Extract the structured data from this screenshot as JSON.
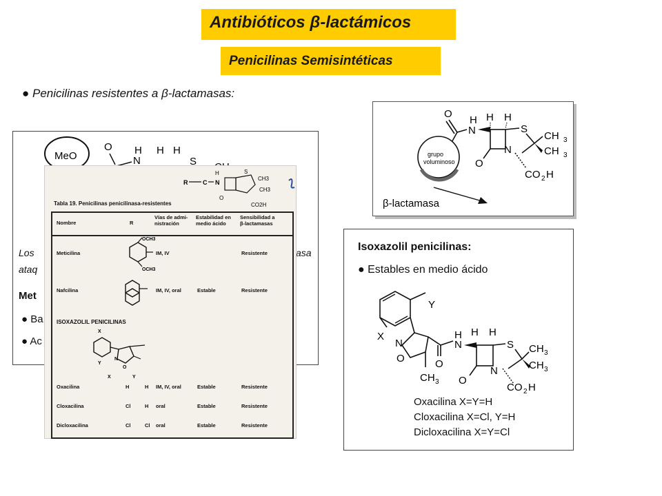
{
  "header": {
    "title": "Antibióticos β-lactámicos",
    "subtitle": "Penicilinas Semisintéticas"
  },
  "bullet_heading": "● Penicilinas resistentes a β-lactamasas:",
  "left_panel": {
    "meo_label": "MeO",
    "atom_o": "O",
    "atom_n": "N",
    "atom_h": "H",
    "atom_s": "S",
    "partial_ch": "CH",
    "line1_start": "Los",
    "line1_end": "asa",
    "line2_start": "ataq",
    "bold_start": "Met",
    "bullet1_start": "● Ba",
    "bullet2_start": "● Ac"
  },
  "scan_table": {
    "caption": "Tabla 19. Penicilinas penicilinasa-resistentes",
    "headers": {
      "name": "Nombre",
      "r": "R",
      "route": "Vías de admi-\nnistración",
      "acid": "Estabilidad en\nmedio ácido",
      "lactamase": "Sensibilidad a\nβ-lactamasas"
    },
    "rows": [
      {
        "name": "Meticilina",
        "route": "IM, IV",
        "acid": "",
        "lactamase": "Resistente"
      },
      {
        "name": "Nafcilina",
        "route": "IM, IV, oral",
        "acid": "Estable",
        "lactamase": "Resistente"
      }
    ],
    "isoxazolil_header": "ISOXAZOLIL PENICILINAS",
    "xy_header": {
      "x": "X",
      "y": "Y"
    },
    "isox_rows": [
      {
        "name": "Oxacilina",
        "x": "H",
        "y": "H",
        "route": "IM, IV, oral",
        "acid": "Estable",
        "lactamase": "Resistente"
      },
      {
        "name": "Cloxacilina",
        "x": "Cl",
        "y": "H",
        "route": "oral",
        "acid": "Estable",
        "lactamase": "Resistente"
      },
      {
        "name": "Dicloxacilina",
        "x": "Cl",
        "y": "Cl",
        "route": "oral",
        "acid": "Estable",
        "lactamase": "Resistente"
      }
    ],
    "struct_labels": {
      "r": "R",
      "c": "C",
      "n": "N",
      "h": "H",
      "o": "O",
      "s": "S",
      "ch3": "CH3",
      "co2h": "CO2H",
      "och3": "OCH3"
    }
  },
  "right_top": {
    "atoms": {
      "o": "O",
      "h": "H",
      "n": "N",
      "s": "S",
      "ch3": "CH",
      "sub3": "3",
      "co2h": "CO",
      "sub2": "2",
      "h_end": "H"
    },
    "group_label_1": "grupo",
    "group_label_2": "voluminoso",
    "lactamase_label": "β-lactamasa"
  },
  "right_bottom": {
    "title": "Isoxazolil penicilinas:",
    "bullet": "● Estables en medio ácido",
    "atoms": {
      "y": "Y",
      "x": "X",
      "n": "N",
      "o": "O",
      "h": "H",
      "s": "S",
      "ch": "CH",
      "sub3": "3",
      "co": "CO",
      "sub2": "2"
    },
    "names": [
      "Oxacilina X=Y=H",
      "Cloxacilina X=Cl, Y=H",
      "Dicloxacilina X=Y=Cl"
    ]
  }
}
